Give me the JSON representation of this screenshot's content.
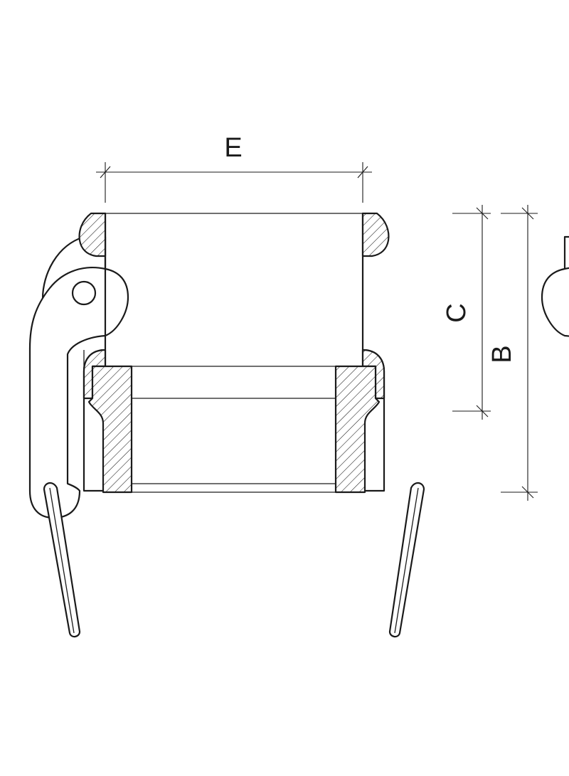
{
  "dimensions": {
    "e": "E",
    "c": "C",
    "b": "B"
  },
  "colors": {
    "line": "#1a1a1a",
    "background": "#ffffff"
  }
}
